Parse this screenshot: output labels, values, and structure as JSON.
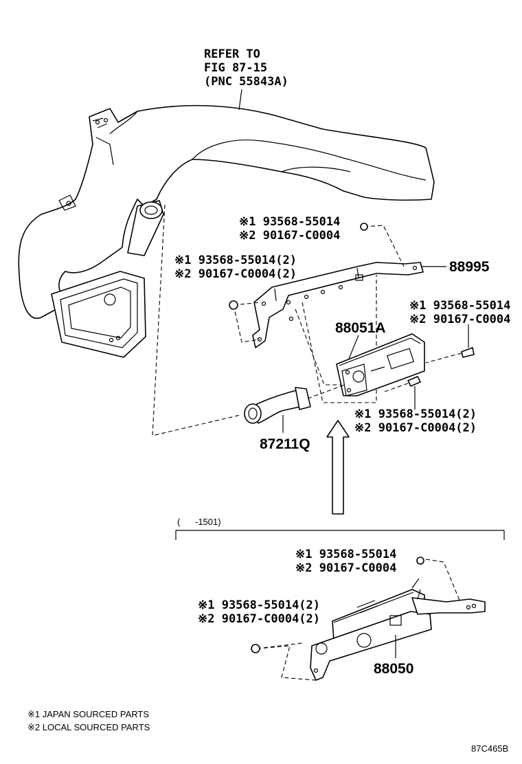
{
  "refer": {
    "line1": "REFER TO",
    "line2": "FIG 87-15",
    "line3": "(PNC 55843A)"
  },
  "parts": {
    "p88995": "88995",
    "p88051A": "88051A",
    "p87211Q": "87211Q",
    "p88050": "88050"
  },
  "fasteners": {
    "top_center": {
      "l1": "※1 93568-55014",
      "l2": "※2 90167-C0004"
    },
    "left": {
      "l1": "※1 93568-55014(2)",
      "l2": "※2 90167-C0004(2)"
    },
    "right": {
      "l1": "※1 93568-55014",
      "l2": "※2 90167-C0004"
    },
    "bottom_mid": {
      "l1": "※1 93568-55014(2)",
      "l2": "※2 90167-C0004(2)"
    },
    "lower_top": {
      "l1": "※1 93568-55014",
      "l2": "※2 90167-C0004"
    },
    "lower_left": {
      "l1": "※1 93568-55014(2)",
      "l2": "※2 90167-C0004(2)"
    }
  },
  "range_label": "(      -1501)",
  "legend": {
    "note1": "※1 JAPAN SOURCED PARTS",
    "note2": "※2 LOCAL SOURCED PARTS"
  },
  "diagram_code": "87C465B"
}
